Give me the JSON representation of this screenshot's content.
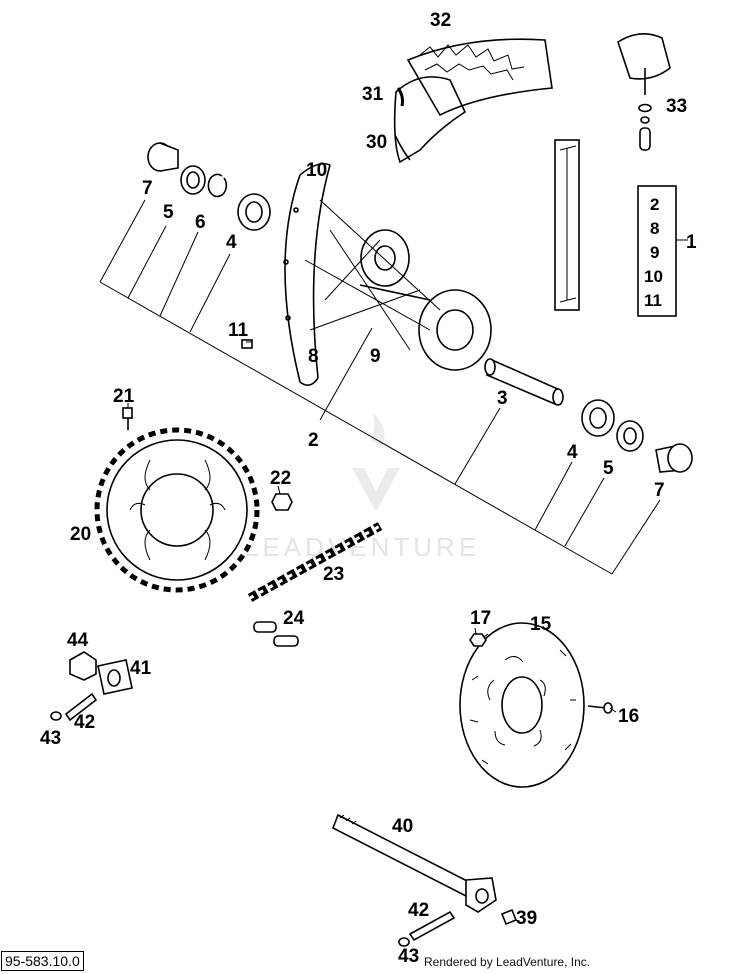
{
  "diagram": {
    "reference_code": "95-583.10.0",
    "credit": "Rendered by LeadVenture, Inc.",
    "watermark": "LEADVENTURE",
    "callouts": {
      "c1": "1",
      "c2": "2",
      "c3": "3",
      "c4a": "4",
      "c4b": "4",
      "c5a": "5",
      "c5b": "5",
      "c6": "6",
      "c7a": "7",
      "c7b": "7",
      "c8": "8",
      "c9": "9",
      "c10": "10",
      "c11": "11",
      "c15": "15",
      "c16": "16",
      "c17": "17",
      "c20": "20",
      "c21": "21",
      "c22": "22",
      "c23": "23",
      "c24": "24",
      "c30": "30",
      "c31": "31",
      "c32": "32",
      "c33": "33",
      "c39": "39",
      "c40": "40",
      "c41": "41",
      "c42a": "42",
      "c42b": "42",
      "c43a": "43",
      "c43b": "43",
      "c44": "44"
    },
    "kit_items": [
      "2",
      "8",
      "9",
      "10",
      "11"
    ]
  }
}
